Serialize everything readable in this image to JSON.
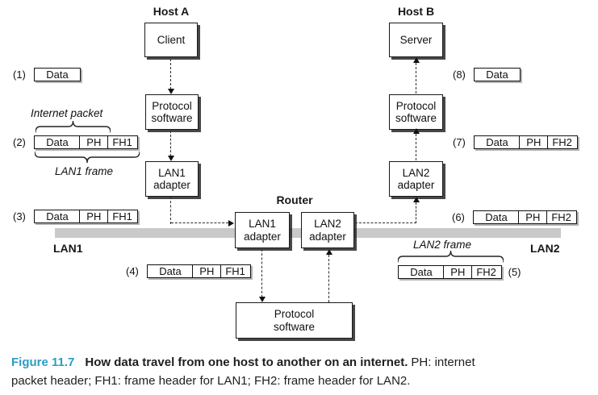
{
  "colors": {
    "accent": "#2e9bc5",
    "lan_bar": "#c9c9c9"
  },
  "diagram": {
    "host_a": "Host A",
    "host_b": "Host B",
    "router": "Router",
    "lan1": "LAN1",
    "lan2": "LAN2",
    "boxes": {
      "client": "Client",
      "server": "Server",
      "protocol_a": "Protocol\nsoftware",
      "protocol_b": "Protocol\nsoftware",
      "router_protocol": "Protocol\nsoftware",
      "lan1_adapter": "LAN1\nadapter",
      "lan2_adapter": "LAN2\nadapter",
      "router_lan1_adapter": "LAN1\nadapter",
      "router_lan2_adapter": "LAN2\nadapter"
    },
    "annotations": {
      "internet_packet": "Internet packet",
      "lan1_frame": "LAN1 frame",
      "lan2_frame": "LAN2 frame"
    },
    "packets": {
      "p1": {
        "label": "(1)",
        "cells": [
          "Data"
        ]
      },
      "p2": {
        "label": "(2)",
        "cells": [
          "Data",
          "PH",
          "FH1"
        ]
      },
      "p3": {
        "label": "(3)",
        "cells": [
          "Data",
          "PH",
          "FH1"
        ]
      },
      "p4": {
        "label": "(4)",
        "cells": [
          "Data",
          "PH",
          "FH1"
        ]
      },
      "p5": {
        "label": "(5)",
        "cells": [
          "Data",
          "PH",
          "FH2"
        ]
      },
      "p6": {
        "label": "(6)",
        "cells": [
          "Data",
          "PH",
          "FH2"
        ]
      },
      "p7": {
        "label": "(7)",
        "cells": [
          "Data",
          "PH",
          "FH2"
        ]
      },
      "p8": {
        "label": "(8)",
        "cells": [
          "Data"
        ]
      }
    }
  },
  "caption": {
    "number": "Figure 11.7",
    "title": "How data travel from one host to another on an internet.",
    "line1_rest": "PH: internet",
    "line2": "packet header; FH1: frame header for LAN1; FH2: frame header for LAN2."
  }
}
